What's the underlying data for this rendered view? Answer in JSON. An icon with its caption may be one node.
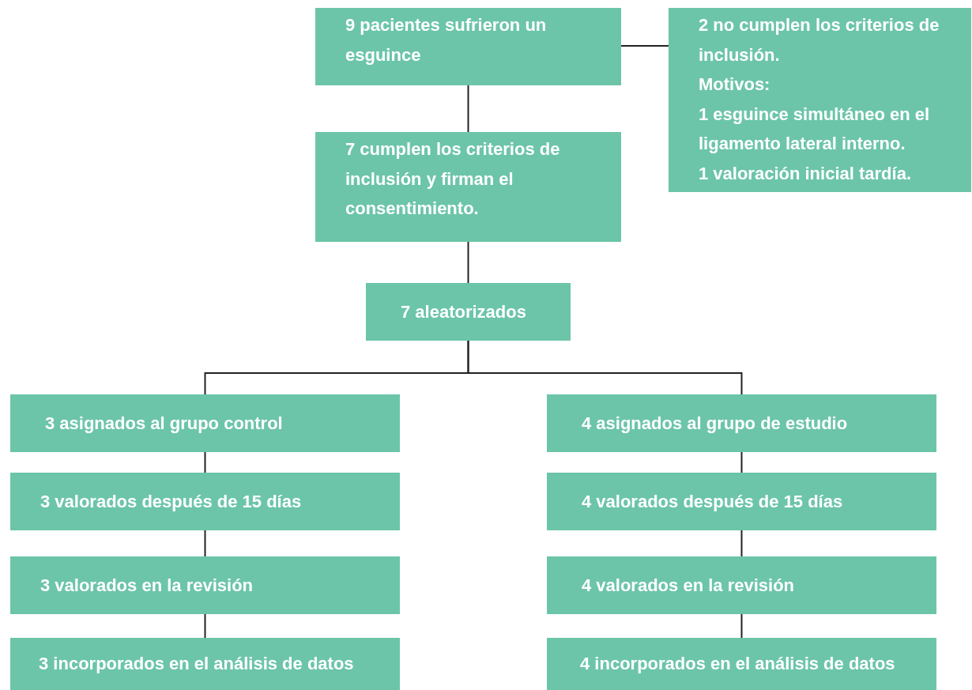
{
  "diagram": {
    "nodes": [
      {
        "text": [
          "9 pacientes sufrieron un esguince"
        ]
      },
      {
        "text": [
          "2 no cumplen los criterios de inclusión.",
          "Motivos:",
          "1 esguince simultáneo en el ligamento lateral interno.",
          "1 valoración inicial tardía."
        ]
      },
      {
        "text": [
          "7 cumplen los criterios de inclusión y firman el consentimiento."
        ]
      },
      {
        "text": [
          "7 aleatorizados"
        ]
      },
      {
        "text": [
          "3 asignados al grupo control"
        ]
      },
      {
        "text": [
          "4 asignados al grupo de estudio"
        ]
      },
      {
        "text": [
          "3 valorados después de 15 días"
        ]
      },
      {
        "text": [
          "4 valorados después de 15 días"
        ]
      },
      {
        "text": [
          "3 valorados en la revisión"
        ]
      },
      {
        "text": [
          "4 valorados en la revisión"
        ]
      },
      {
        "text": [
          "3 incorporados en el análisis de datos"
        ]
      },
      {
        "text": [
          "4 incorporados en el análisis de datos"
        ]
      }
    ],
    "edges": [
      {
        "from": 0,
        "to": 1,
        "arrow": "none"
      },
      {
        "from": 0,
        "to": 2,
        "arrow": "none"
      },
      {
        "from": 2,
        "to": 3,
        "arrow": "none"
      },
      {
        "from": 3,
        "to": 4,
        "arrow": "none"
      },
      {
        "from": 3,
        "to": 5,
        "arrow": "none"
      },
      {
        "from": 4,
        "to": 6,
        "arrow": "none"
      },
      {
        "from": 6,
        "to": 8,
        "arrow": "none"
      },
      {
        "from": 8,
        "to": 10,
        "arrow": "none"
      },
      {
        "from": 5,
        "to": 7,
        "arrow": "none"
      },
      {
        "from": 7,
        "to": 9,
        "arrow": "none"
      },
      {
        "from": 9,
        "to": 11,
        "arrow": "none"
      }
    ]
  }
}
